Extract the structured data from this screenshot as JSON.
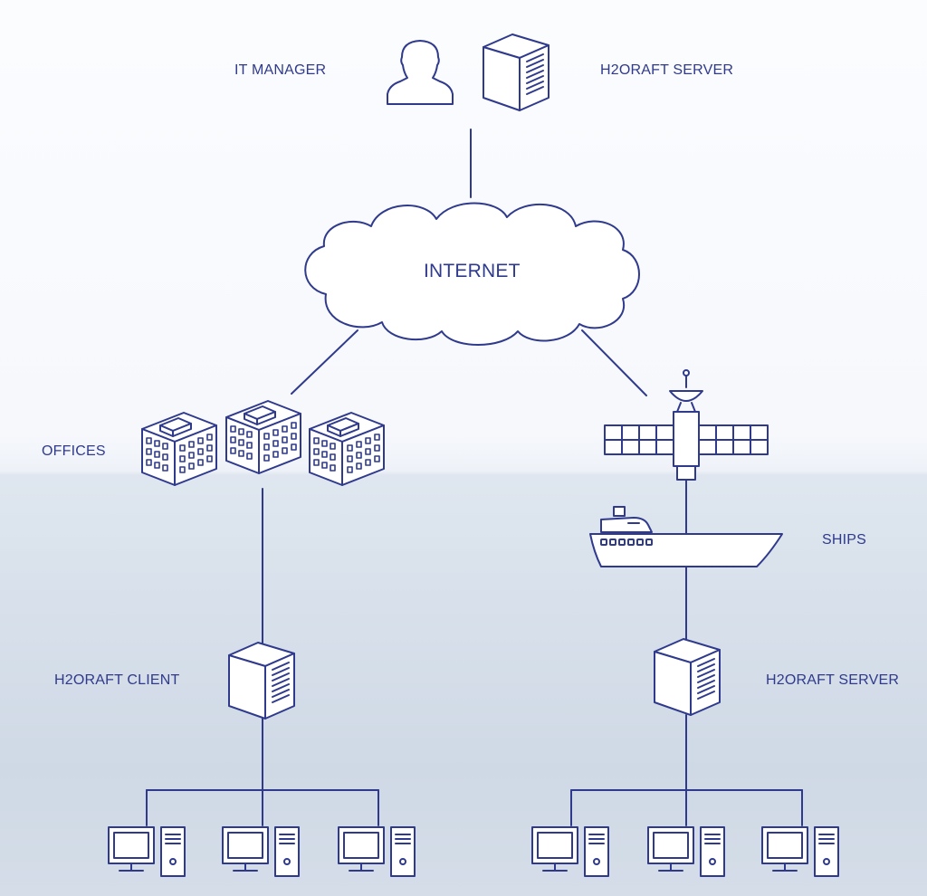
{
  "labels": {
    "it_manager": "IT MANAGER",
    "server_top": "H2ORAFT SERVER",
    "internet": "INTERNET",
    "offices": "OFFICES",
    "ships": "SHIPS",
    "client": "H2ORAFT CLIENT",
    "server_ship": "H2ORAFT SERVER"
  },
  "colors": {
    "stroke": "#2f3a8c",
    "fill": "#ffffff",
    "sky": "#fbfcfe",
    "sea": "#d6dfea"
  },
  "icons": [
    "person-icon",
    "server-icon",
    "cloud-icon",
    "office-building-icon",
    "satellite-icon",
    "ship-icon",
    "workstation-icon"
  ]
}
